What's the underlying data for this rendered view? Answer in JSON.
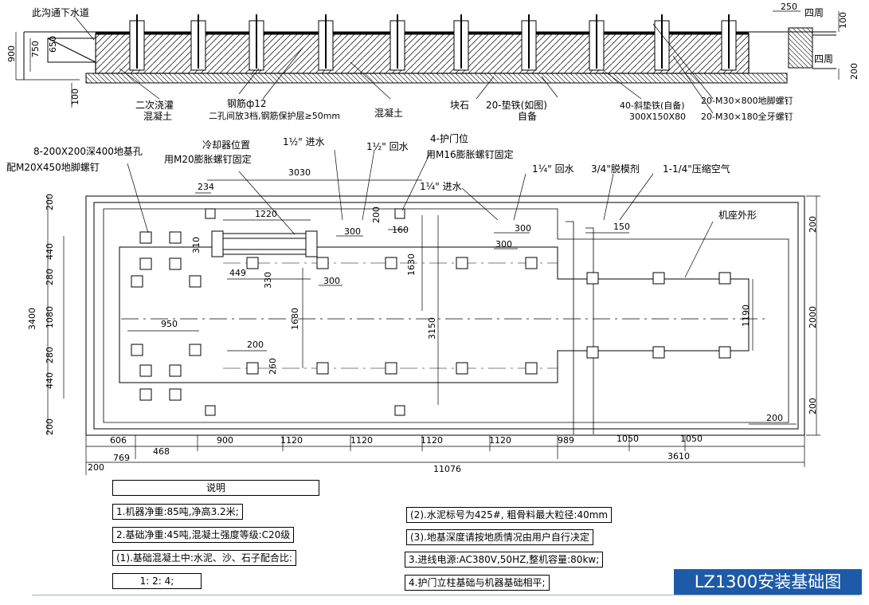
{
  "section_labels": {
    "drain": "此沟通下水道",
    "secondary_pour_1": "二次浇灌",
    "secondary_pour_2": "混凝土",
    "rebar": "钢筋ф12",
    "rebar_note": "二孔间放3档,钢筋保护层≥50mm",
    "concrete": "混凝土",
    "stone": "块石",
    "shim": "20-垫铁(如图)",
    "shim_note": "自备",
    "wedge": "40-斜垫铁(自备)",
    "wedge_size": "300X150X80",
    "anchor_bolt": "20-M30×800地脚螺钉",
    "full_thread_bolt": "20-M30×180全牙螺钉",
    "around_1": "四周",
    "around_2": "四周",
    "dim_900": "900",
    "dim_750": "750",
    "dim_650": "650",
    "dim_100_left": "100",
    "dim_250": "250",
    "dim_100_right": "100",
    "dim_200_right": "200"
  },
  "plan_labels": {
    "holes_1": "8-200X200深400地基孔",
    "holes_2": "配M20X450地脚螺钉",
    "cooler_1": "冷却器位置",
    "cooler_2": "用M20膨胀螺钉固定",
    "water_in_1": "1½\" 进水",
    "water_out_1": "1½\" 回水",
    "door_1": "4-护门位",
    "door_2": "用M16膨胀螺钉固定",
    "water_in_2": "1¼\" 进水",
    "water_out_2": "1¼\" 回水",
    "release_agent": "3/4\"脱模剂",
    "air": "1-1/4\"压缩空气",
    "base_outline": "机座外形"
  },
  "dimensions": {
    "d3030": "3030",
    "d234": "234",
    "d1220": "1220",
    "d310": "310",
    "d449": "449",
    "d330": "330",
    "d300a": "300",
    "d300b": "300",
    "d300c": "300",
    "d300d": "300",
    "d200a": "200",
    "d160": "160",
    "d1630": "1630",
    "d1680": "1680",
    "d3150": "3150",
    "d150": "150",
    "d1190": "1190",
    "d950": "950",
    "d200b": "200",
    "d260": "260",
    "left_200_top": "200",
    "left_440_top": "440",
    "left_280_top": "280",
    "left_3400": "3400",
    "left_1080": "1080",
    "left_440_bot": "440",
    "left_280_bot": "280",
    "left_200_bot": "200",
    "right_200_top": "200",
    "right_2000": "2000",
    "right_200_bot": "200",
    "right_200_h": "200",
    "b606": "606",
    "b769": "769",
    "b468": "468",
    "b200": "200",
    "b900": "900",
    "b1120a": "1120",
    "b1120b": "1120",
    "b1120c": "1120",
    "b1120d": "1120",
    "b989": "989",
    "b1050a": "1050",
    "b1050b": "1050",
    "b3610": "3610",
    "b11076": "11076"
  },
  "notes": {
    "heading": "说明",
    "n1": "1.机器净重:85吨,净高3.2米;",
    "n2": "2.基础净重:45吨,混凝土强度等级:C20级",
    "n3": "(1).基础混凝土中:水泥、沙、石子配合比:",
    "n4": "1: 2: 4;",
    "n5": "(2).水泥标号为425#, 粗骨料最大粒径:40mm",
    "n6": "(3).地基深度请按地质情况由用户自行决定",
    "n7": "3.进线电源:AC380V,50HZ,整机容量:80kw;",
    "n8": "4.护门立柱基础与机器基础相平;"
  },
  "title": "LZ1300安装基础图",
  "colors": {
    "badge": "#1d5aa8",
    "line": "#000000"
  }
}
